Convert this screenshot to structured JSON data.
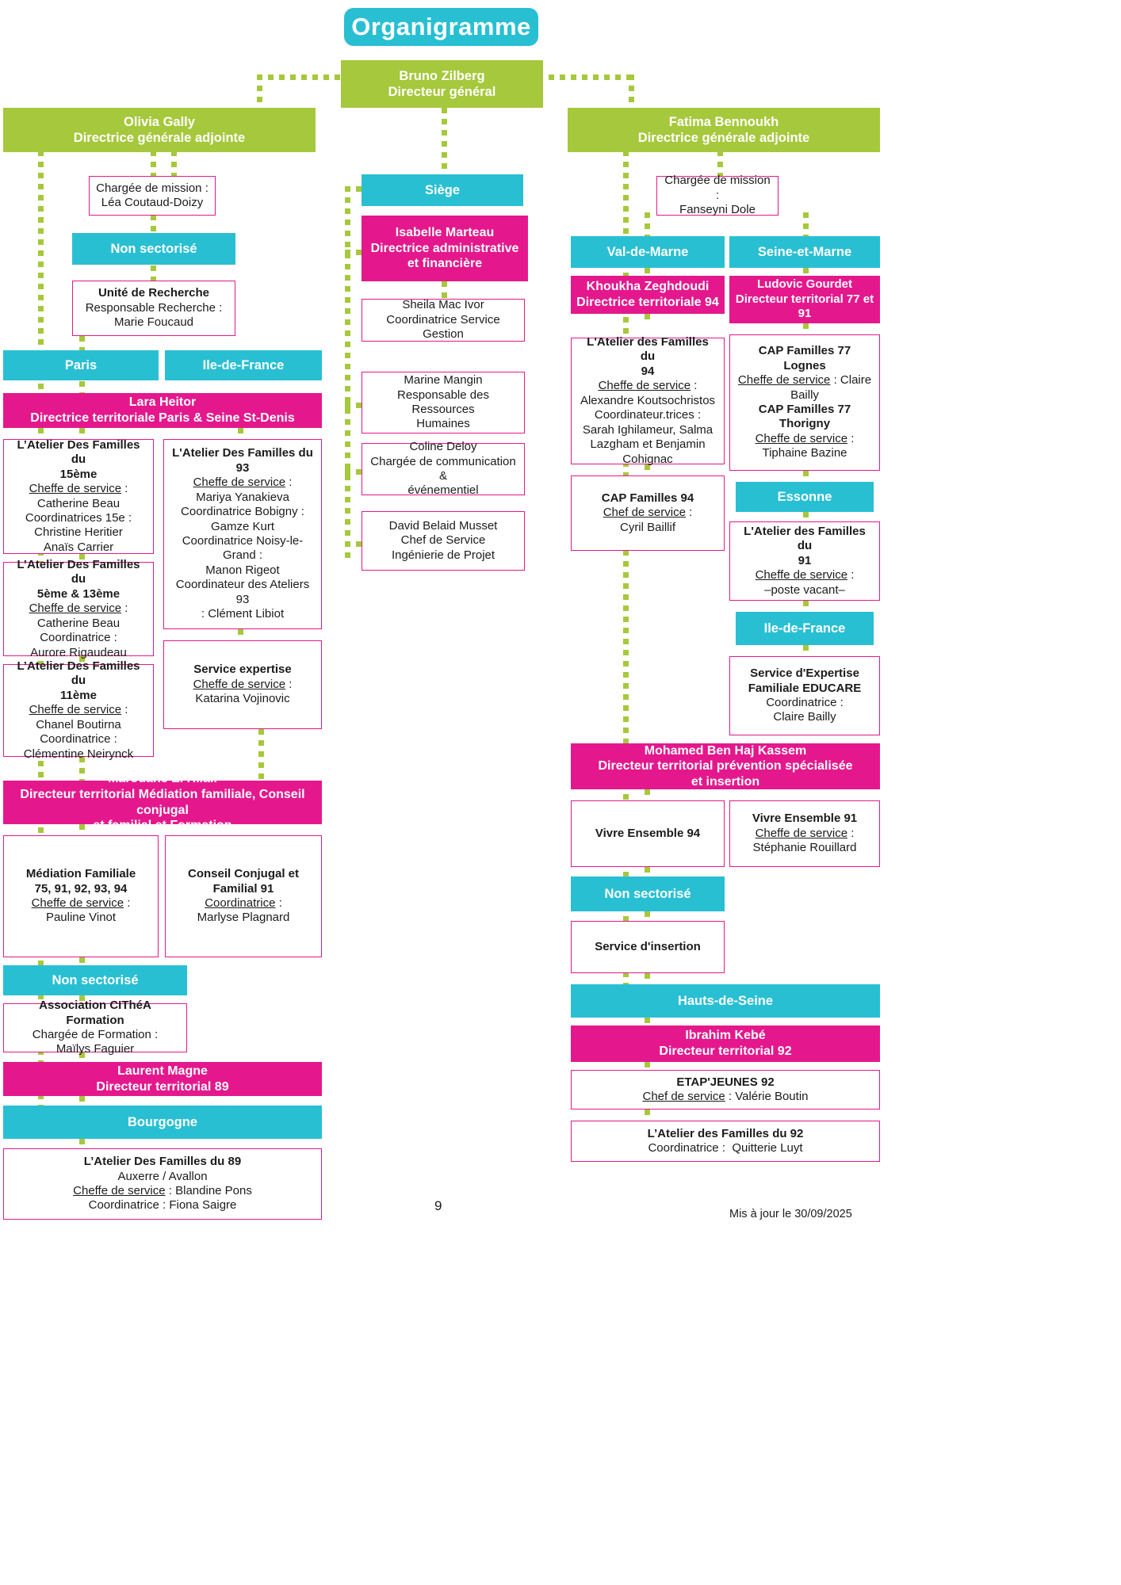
{
  "document": {
    "title": "Organigramme",
    "page_number": "9",
    "update_note": "Mis à jour le 30/09/2025"
  },
  "colors": {
    "green": "#a6c83c",
    "cyan": "#29bfd3",
    "magenta": "#e4188c",
    "text_dark": "#1b1b1b",
    "white": "#ffffff"
  },
  "top": {
    "director": {
      "name": "Bruno Zilberg",
      "role": "Directeur général"
    }
  },
  "left_branch": {
    "head": {
      "name": "Olivia Gally",
      "role": "Directrice générale adjointe"
    },
    "mission": {
      "line1": "Chargée de mission :",
      "line2": "Léa Coutaud-Doizy"
    },
    "non_sectorise": "Non sectorisé",
    "unite_recherche": {
      "title": "Unité de Recherche",
      "line1": "Responsable Recherche :",
      "line2": "Marie Foucaud"
    },
    "region_paris": "Paris",
    "region_idf": "Ile-de-France",
    "territorial_director": {
      "name": "Lara Heitor",
      "role": "Directrice territoriale Paris & Seine St-Denis"
    },
    "adf_15": {
      "title1": "L’Atelier Des Familles du",
      "title2": "15ème",
      "role_label": "Cheffe de service",
      "role_name": "Catherine Beau",
      "coord_label": "Coordinatrices 15e :",
      "coord1": "Christine Heritier",
      "coord2": "Anaïs Carrier"
    },
    "adf_5_13": {
      "title1": "L’Atelier Des Familles du",
      "title2": "5ème & 13ème",
      "role_label": "Cheffe de service",
      "role_name": "Catherine Beau",
      "coord_label": "Coordinatrice :",
      "coord1": "Aurore Rigaudeau"
    },
    "adf_11": {
      "title1": "L’Atelier Des Familles du",
      "title2": "11ème",
      "role_label": "Cheffe de service",
      "role_name": "Chanel Boutirna",
      "coord_label": "Coordinatrice :",
      "coord1": "Clémentine Neirynck"
    },
    "adf_93": {
      "title": "L'Atelier Des Familles du 93",
      "role_label": "Cheffe de service",
      "role_name": "Mariya Yanakieva",
      "coord_bobigny_label": "Coordinatrice Bobigny :",
      "coord_bobigny_name": "Gamze Kurt",
      "coord_noisy_label1": "Coordinatrice Noisy-le-",
      "coord_noisy_label2": "Grand :",
      "coord_noisy_name": "Manon Rigeot",
      "coord_ateliers_label": "Coordinateur des Ateliers 93",
      "coord_ateliers_name": ": Clément Libiot"
    },
    "service_expertise": {
      "title": "Service expertise",
      "role_label": "Cheffe de service",
      "role_name": "Katarina Vojinovic"
    },
    "mediation_director": {
      "name": "Marouane El Hilali",
      "role_line1": "Directeur territorial Médiation familiale, Conseil conjugal",
      "role_line2": "et familial et Formation"
    },
    "mediation_familiale": {
      "title1": "Médiation Familiale",
      "title2": "75, 91, 92, 93, 94",
      "role_label": "Cheffe de service",
      "role_name": "Pauline Vinot"
    },
    "conseil_conjugal": {
      "title1": "Conseil Conjugal et",
      "title2": "Familial 91",
      "role_label": "Coordinatrice",
      "role_name": "Marlyse Plagnard"
    },
    "non_sectorise_2": "Non sectorisé",
    "cithea": {
      "title": "Association CIThéA Formation",
      "line1": "Chargée de Formation :",
      "line2": "Maïlys Faguier"
    },
    "director_89": {
      "name": "Laurent Magne",
      "role": "Directeur territorial 89"
    },
    "bourgogne": "Bourgogne",
    "adf_89": {
      "title": "L’Atelier Des Familles du 89",
      "line1": "Auxerre / Avallon",
      "role_label": "Cheffe de service",
      "role_name": ": Blandine Pons",
      "coord": "Coordinatrice : Fiona Saigre"
    }
  },
  "center_branch": {
    "siege": "Siège",
    "admin_director": {
      "name": "Isabelle Marteau",
      "role_line1": "Directrice administrative",
      "role_line2": "et financière"
    },
    "gestion": {
      "line1": "Sheila Mac Ivor",
      "line2": "Coordinatrice Service Gestion"
    },
    "rh": {
      "line1": "Marine Mangin",
      "line2": "Responsable des Ressources",
      "line3": "Humaines"
    },
    "communication": {
      "line1": "Coline Deloy",
      "line2": "Chargée de communication &",
      "line3": "événementiel"
    },
    "ingenierie": {
      "line1": "David Belaid Musset",
      "line2": "Chef de Service",
      "line3": "Ingénierie de Projet"
    }
  },
  "right_branch": {
    "head": {
      "name": "Fatima Bennoukh",
      "role": "Directrice générale adjointe"
    },
    "mission": {
      "line1": "Chargée de mission :",
      "line2": "Fanseyni Dole"
    },
    "val_de_marne": "Val-de-Marne",
    "seine_et_marne": "Seine-et-Marne",
    "director_94": {
      "name": "Khoukha Zeghdoudi",
      "role": "Directrice territoriale 94"
    },
    "director_77_91": {
      "name": "Ludovic Gourdet",
      "role_line1": "Directeur territorial 77 et",
      "role_line2": "91"
    },
    "adf_94": {
      "title1": "L'Atelier des Familles du",
      "title2": "94",
      "role_label": "Cheffe de service",
      "role_name": "Alexandre Koutsochristos",
      "coord_label": "Coordinateur.trices :",
      "coord_line1": "Sarah Ighilameur, Salma",
      "coord_line2": "Lazgham et Benjamin",
      "coord_line3": "Cohignac"
    },
    "cap_94": {
      "title": "CAP Familles 94",
      "role_label": "Chef de service",
      "role_name": "Cyril Baillif"
    },
    "cap_77": {
      "title1": "CAP Familles 77",
      "title2": "Lognes",
      "role_label1": "Cheffe de service",
      "role_name1": ": Claire",
      "role_name1b": "Bailly",
      "title3": "CAP Familles 77",
      "title4": "Thorigny",
      "role_label2": "Cheffe de service",
      "role_name2": "Tiphaine Bazine"
    },
    "essonne": "Essonne",
    "adf_91": {
      "title1": "L'Atelier des Familles du",
      "title2": "91",
      "role_label": "Cheffe de service",
      "role_name": "–poste vacant–"
    },
    "ile_de_france": "Ile-de-France",
    "educare": {
      "title1": "Service d'Expertise",
      "title2": "Familiale EDUCARE",
      "role_label": "Coordinatrice :",
      "role_name": "Claire Bailly"
    },
    "prevention_director": {
      "name": "Mohamed Ben Haj Kassem",
      "role_line1": "Directeur territorial prévention spécialisée",
      "role_line2": "et insertion"
    },
    "vivre_ensemble_94": {
      "title": "Vivre Ensemble 94"
    },
    "vivre_ensemble_91": {
      "title": "Vivre Ensemble 91",
      "role_label": "Cheffe de service",
      "role_name": "Stéphanie Rouillard"
    },
    "non_sectorise": "Non sectorisé",
    "service_insertion": {
      "title": "Service d'insertion"
    },
    "hauts_de_seine": "Hauts-de-Seine",
    "director_92": {
      "name": "Ibrahim Kebé",
      "role": "Directeur territorial 92"
    },
    "etap_jeunes_92": {
      "title": "ETAP'JEUNES 92",
      "role_label": "Chef de service",
      "role_name": ": Valérie Boutin"
    },
    "adf_92": {
      "title": "L’Atelier des Familles du 92",
      "role_label": "Coordinatrice :",
      "role_name": "Quitterie Luyt"
    }
  }
}
